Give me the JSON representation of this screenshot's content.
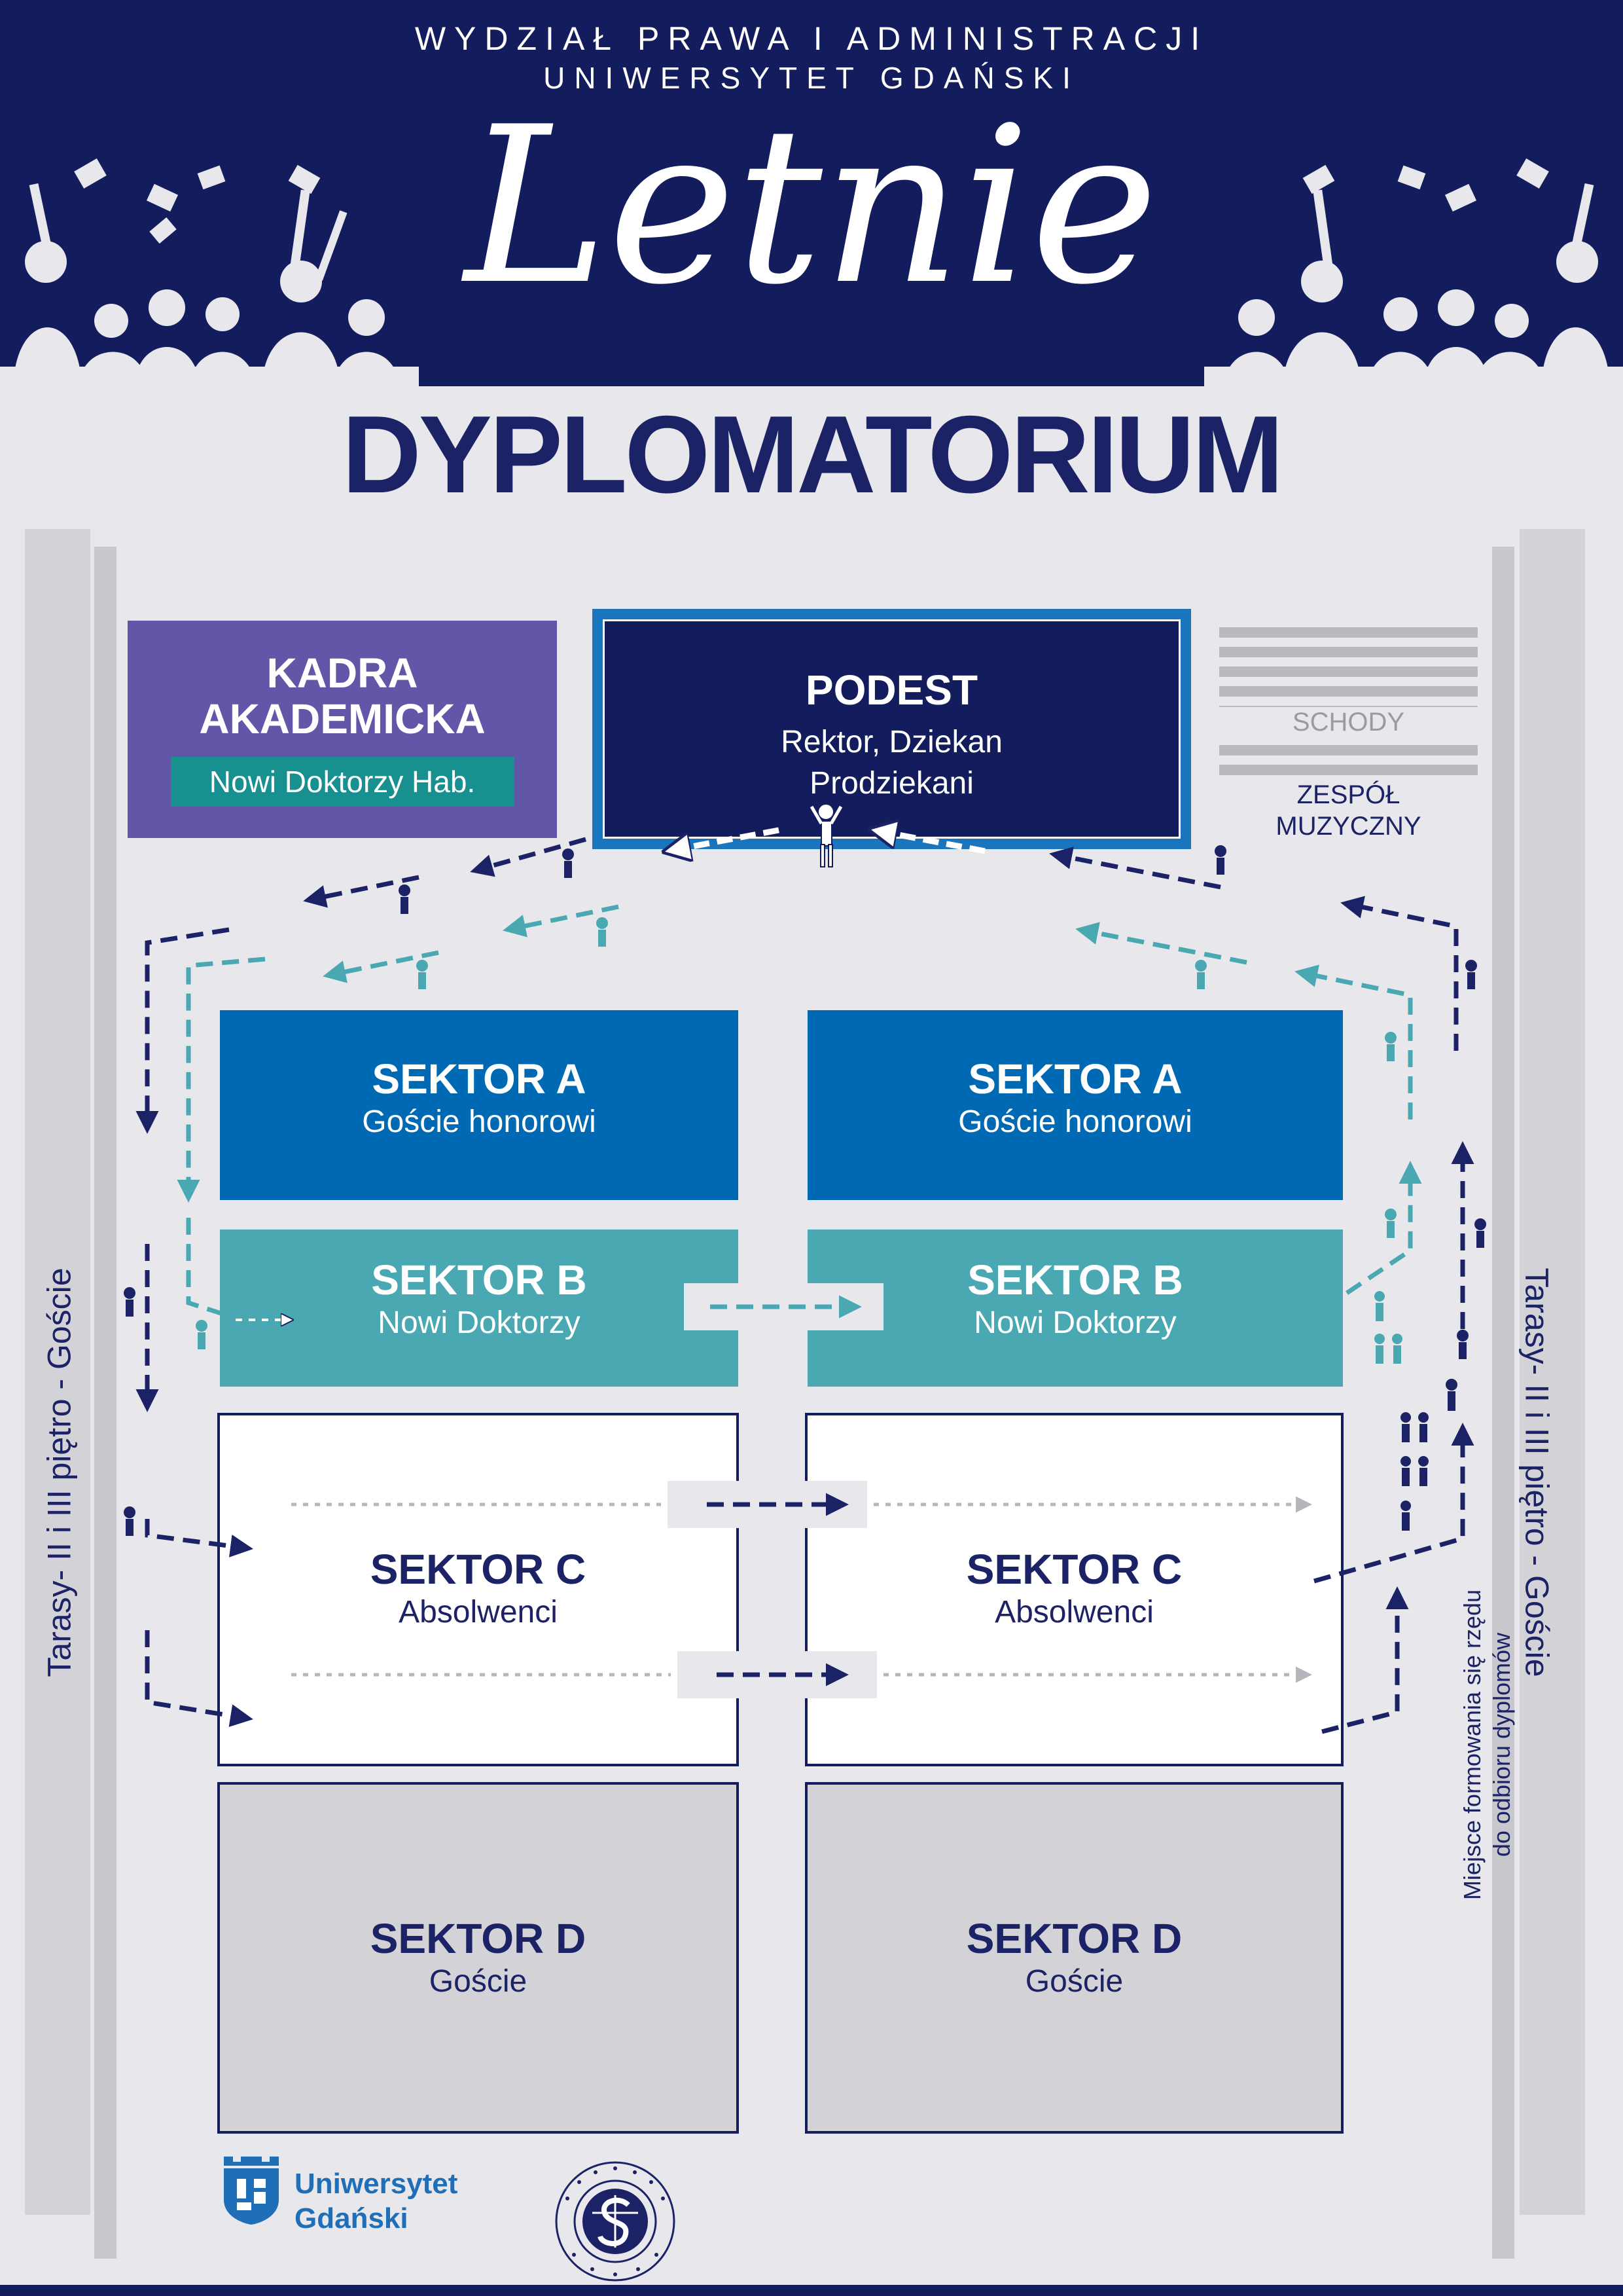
{
  "header": {
    "faculty": "WYDZIAŁ PRAWA I ADMINISTRACJI",
    "university": "UNIWERSYTET GDAŃSKI",
    "title_script": "Letnie",
    "title_main": "DYPLOMATORIUM"
  },
  "stage": {
    "kadra_title_line1": "KADRA",
    "kadra_title_line2": "AKADEMICKA",
    "kadra_sub": "Nowi Doktorzy Hab.",
    "podest_title": "PODEST",
    "podest_line1": "Rektor, Dziekan",
    "podest_line2": "Prodziekani",
    "schody": "SCHODY",
    "zespol_line1": "ZESPÓŁ",
    "zespol_line2": "MUZYCZNY"
  },
  "sectors": {
    "a_title": "SEKTOR A",
    "a_sub": "Goście honorowi",
    "b_title": "SEKTOR B",
    "b_sub": "Nowi Doktorzy",
    "c_title": "SEKTOR C",
    "c_sub": "Absolwenci",
    "d_title": "SEKTOR D",
    "d_sub": "Goście"
  },
  "side": {
    "left_label": "Tarasy- II i III piętro - Goście",
    "right_label": "Tarasy- II i III piętro - Goście",
    "formation_line1": "Miejsce formowania się rzędu",
    "formation_line2": "do odbioru dyplomów"
  },
  "footer": {
    "ug_line1": "Uniwersytet",
    "ug_line2": "Gdański"
  },
  "colors": {
    "navy": "#131c5d",
    "blue": "#0069b4",
    "teal": "#49a8b2",
    "purple": "#6256a8",
    "grey": "#d3d3d7"
  }
}
